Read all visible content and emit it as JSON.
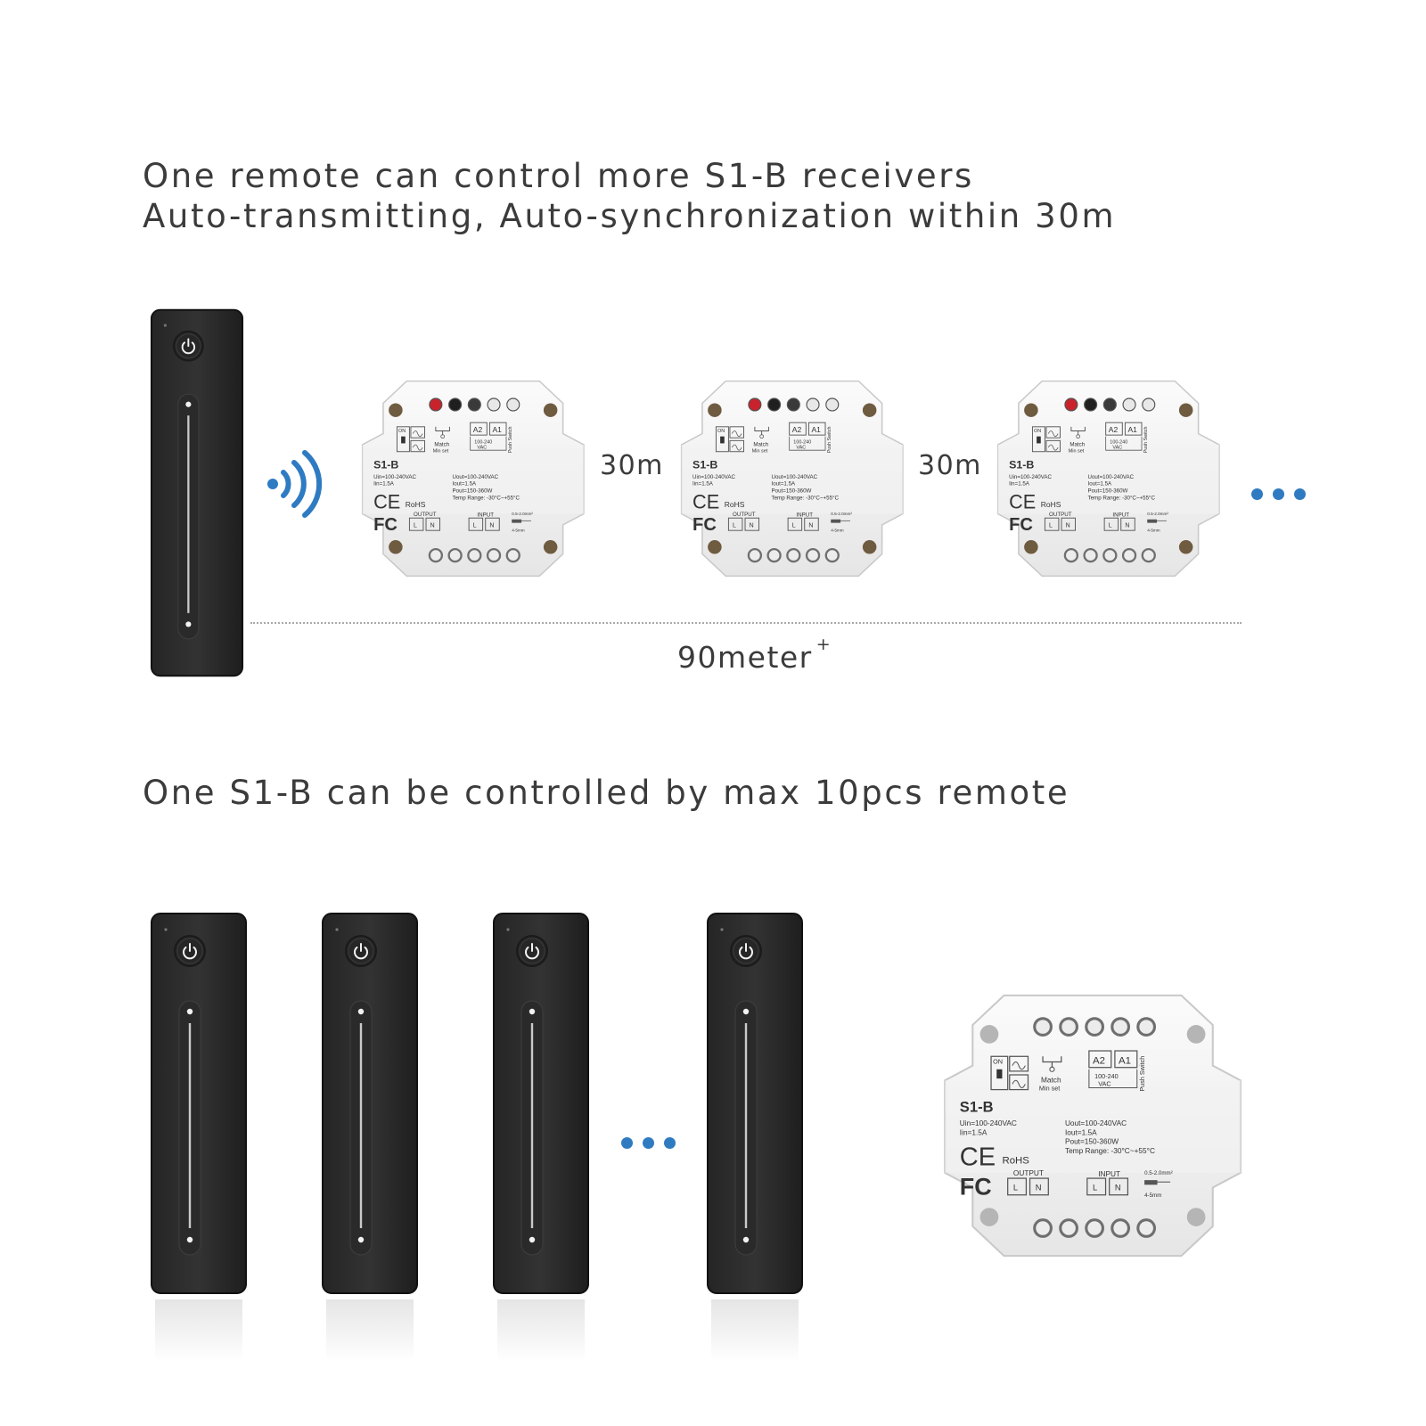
{
  "section1": {
    "heading_line1": "One remote can control more S1-B receivers",
    "heading_line2": "Auto-transmitting, Auto-synchronization within 30m",
    "spacing_labels": [
      "30m",
      "30m"
    ],
    "total_distance": "90meter",
    "total_distance_suffix": "+"
  },
  "section2": {
    "heading": "One S1-B can be controlled by max 10pcs remote"
  },
  "device": {
    "model": "S1-B",
    "uin": "Uin=100-240VAC",
    "iin": "Iin=1.5A",
    "uout": "Uout=100-240VAC",
    "iout": "Iout=1.5A",
    "pout": "Pout=150-360W",
    "temp": "Temp Range: -30°C~+55°C",
    "on": "ON",
    "match": "Match",
    "min_set": "Min set",
    "a2": "A2",
    "a1": "A1",
    "vac": "100-240",
    "vac2": "VAC",
    "push_switch": "Push Switch",
    "ce": "CE",
    "fc": "FC",
    "rohs": "RoHS",
    "output": "OUTPUT",
    "input": "INPUT",
    "l": "L",
    "n": "N",
    "wire_mm2": "0.5-2.0mm²",
    "strip": "4-5mm"
  },
  "icons": {
    "power": "power-icon",
    "signal": "wireless-signal-icon",
    "ellipsis": "ellipsis-icon"
  },
  "colors": {
    "accent": "#2f7bc2",
    "remote": "#2b2b2b",
    "receiver_body": "#f3f3f3",
    "terminal_red": "#c8232c"
  }
}
